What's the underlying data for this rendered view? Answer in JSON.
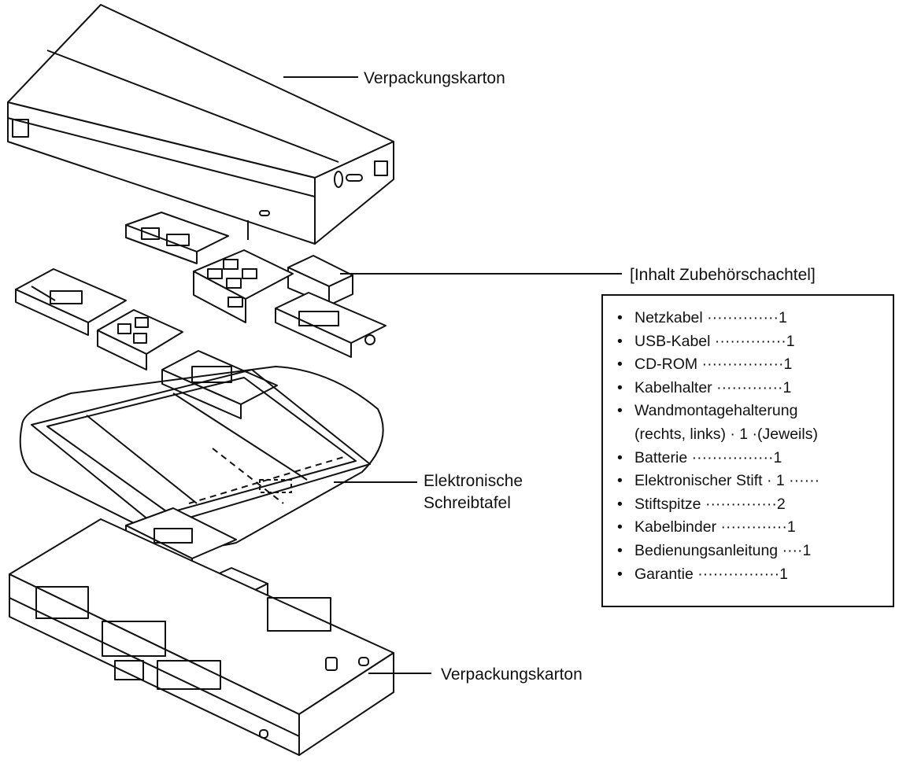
{
  "labels": {
    "top_box": "Verpackungskarton",
    "accessory_contents": "[Inhalt Zubehörschachtel]",
    "tablet_line1": "Elektronische",
    "tablet_line2": "Schreibtafel",
    "bottom_box": "Verpackungskarton"
  },
  "contents_list": [
    "Netzkabel ··············1",
    "USB-Kabel ··············1",
    "CD-ROM ················1",
    "Kabelhalter ·············1",
    "Wandmontagehalterung",
    "(rechts, links) · 1 ·(Jeweils)",
    "Batterie ················1",
    "Elektronischer Stift · 1 ······",
    "Stiftspitze ··············2",
    "Kabelbinder ·············1",
    "Bedienungsanleitung ····1",
    "Garantie ················1"
  ]
}
